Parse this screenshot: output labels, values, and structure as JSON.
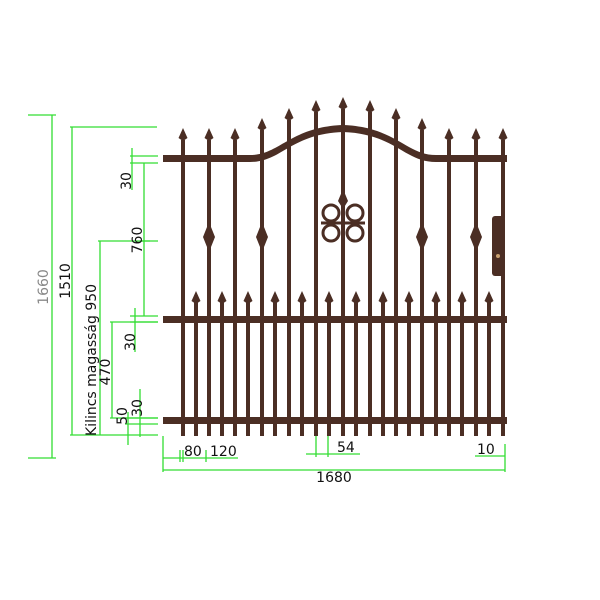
{
  "drawing": {
    "subject": "gate",
    "colors": {
      "iron": "#4b2e24",
      "dimension": "#33dd33"
    },
    "dimensions": {
      "total_height": "1660",
      "frame_height": "1510",
      "handle_height": "Kilincs magasság 950",
      "top_rail": "30",
      "upper_bars": "760",
      "middle_rail": "30",
      "lower_bars": "470",
      "bottom_gap": "50",
      "bottom_rail": "30",
      "post_offset": "80",
      "bar_spacing": "120",
      "bar_gap": "54",
      "end_gap": "10",
      "total_width": "1680"
    }
  }
}
